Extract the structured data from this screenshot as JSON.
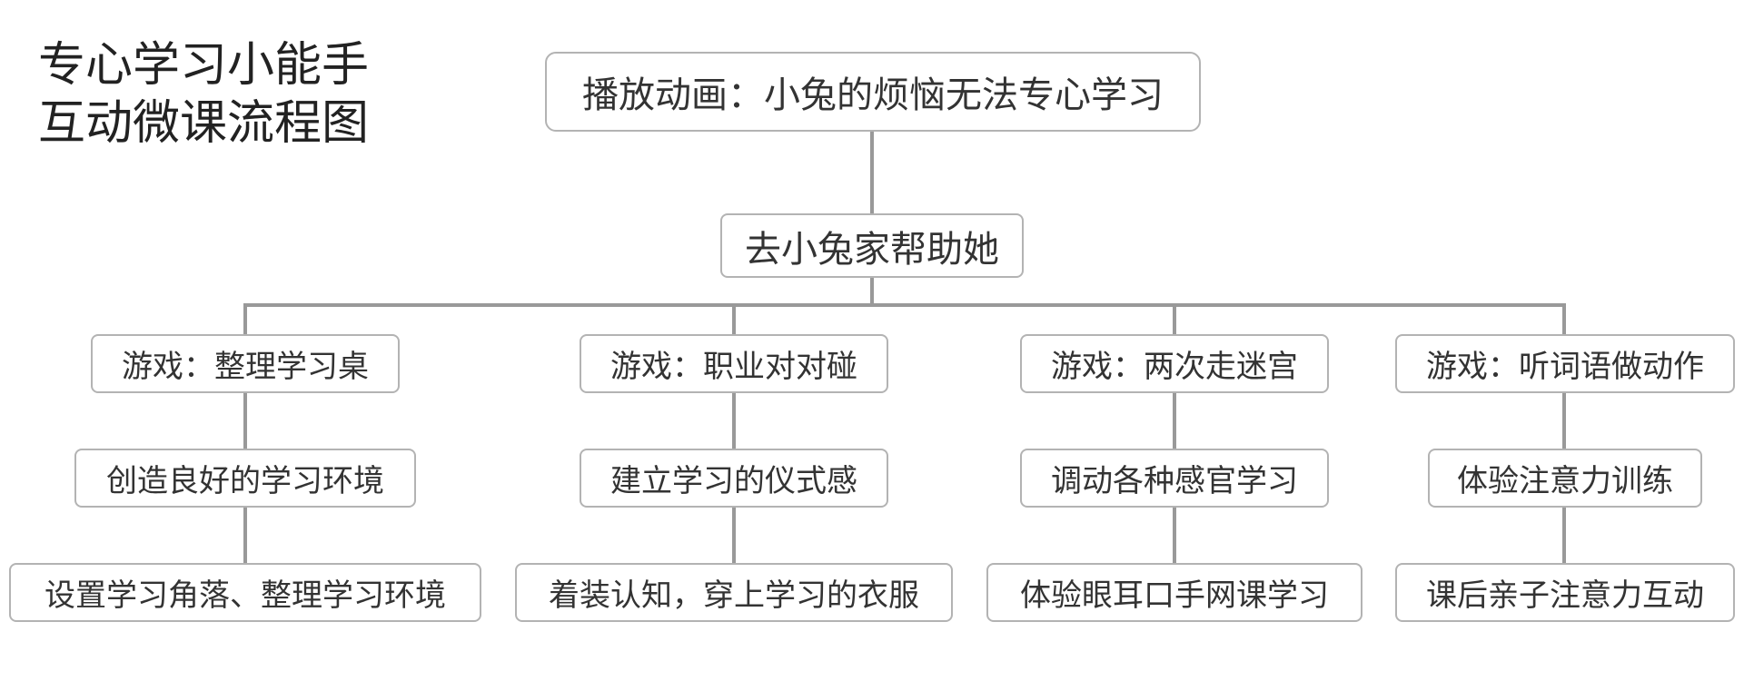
{
  "title": {
    "line1": "专心学习小能手",
    "line2": "互动微课流程图"
  },
  "flow": {
    "start": "播放动画：小兔的烦恼无法专心学习",
    "hub": "去小兔家帮助她",
    "branches": [
      {
        "game": "游戏：整理学习桌",
        "goal": "创造良好的学习环境",
        "activity": "设置学习角落、整理学习环境"
      },
      {
        "game": "游戏：职业对对碰",
        "goal": "建立学习的仪式感",
        "activity": "着装认知，穿上学习的衣服"
      },
      {
        "game": "游戏：两次走迷宫",
        "goal": "调动各种感官学习",
        "activity": "体验眼耳口手网课学习"
      },
      {
        "game": "游戏：听词语做动作",
        "goal": "体验注意力训练",
        "activity": "课后亲子注意力互动"
      }
    ]
  },
  "colors": {
    "connector": "#999999",
    "node_border": "#b3b3b3",
    "text": "#333333"
  }
}
